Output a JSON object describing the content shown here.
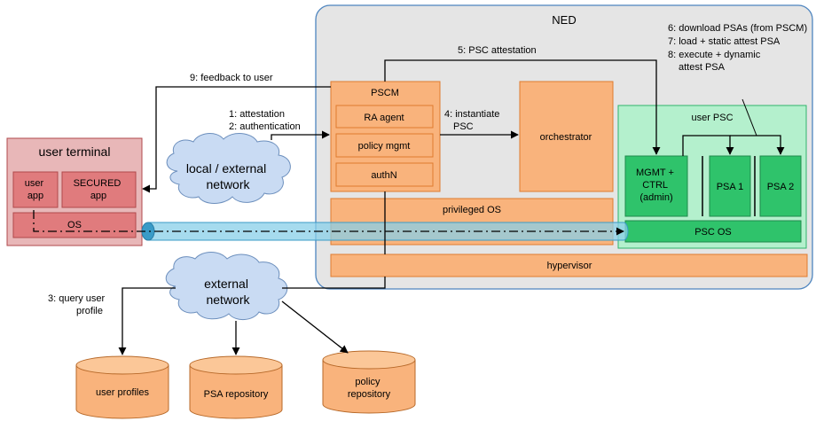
{
  "colors": {
    "ned_bg": "#e5e5e5",
    "ned_border": "#4e85bf",
    "orange": "#f9b37c",
    "orange_border": "#e07b2e",
    "green_light": "#b4f0cd",
    "green_border": "#2fb46a",
    "green_dark": "#2fc36b",
    "terminal_bg": "#e8b7b8",
    "terminal_inner": "#e07b7d",
    "terminal_border": "#b04a4c",
    "cloud": "#c9dbf3",
    "cloud_border": "#6c8fbd",
    "tunnel": "#88cfe8",
    "tunnel_border": "#3a9bc7",
    "db": "#f9b37c"
  },
  "ned": {
    "title": "NED"
  },
  "pscm": {
    "title": "PSCM",
    "ra_agent": "RA agent",
    "policy_mgmt": "policy mgmt",
    "authn": "authN"
  },
  "orchestrator": "orchestrator",
  "privileged_os": "privileged OS",
  "hypervisor": "hypervisor",
  "user_psc": {
    "title": "user PSC",
    "mgmt": [
      "MGMT +",
      "CTRL",
      "(admin)"
    ],
    "psa1": "PSA 1",
    "psa2": "PSA 2",
    "psc_os": "PSC OS"
  },
  "user_terminal": {
    "title": "user terminal",
    "user_app": [
      "user",
      "app"
    ],
    "secured_app": [
      "SECURED",
      "app"
    ],
    "os": "OS"
  },
  "clouds": {
    "local": [
      "local / external",
      "network"
    ],
    "external": [
      "external",
      "network"
    ]
  },
  "databases": {
    "user_profiles": [
      "user profiles"
    ],
    "psa_repository": [
      "PSA repository"
    ],
    "policy_repository": [
      "policy",
      "repository"
    ]
  },
  "steps": {
    "s1": "1: attestation",
    "s2": "2: authentication",
    "s3": [
      "3: query user",
      "profile"
    ],
    "s4": [
      "4: instantiate",
      "PSC"
    ],
    "s5": "5: PSC attestation",
    "s6": "6: download PSAs (from PSCM)",
    "s7": "7: load + static attest PSA",
    "s8": [
      "8: execute + dynamic",
      "attest PSA"
    ],
    "s9": "9: feedback to user"
  }
}
